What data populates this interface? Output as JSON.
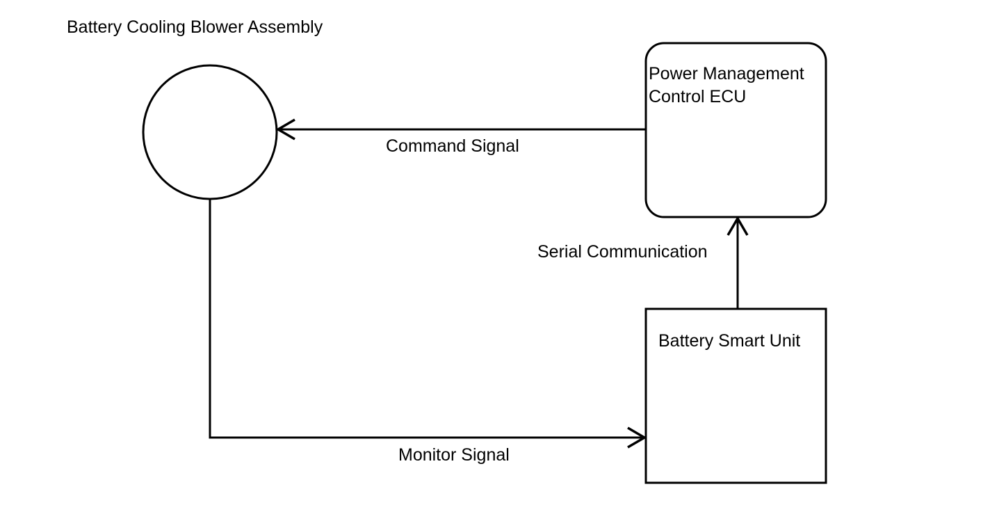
{
  "diagram": {
    "blower_label": "Battery Cooling Blower Assembly",
    "ecu_label_line1": "Power Management",
    "ecu_label_line2": "Control ECU",
    "smart_unit_label": "Battery Smart Unit",
    "command_signal_label": "Command Signal",
    "serial_communication_label": "Serial Communication",
    "monitor_signal_label": "Monitor Signal"
  },
  "colors": {
    "stroke": "#000000",
    "background": "#ffffff"
  }
}
